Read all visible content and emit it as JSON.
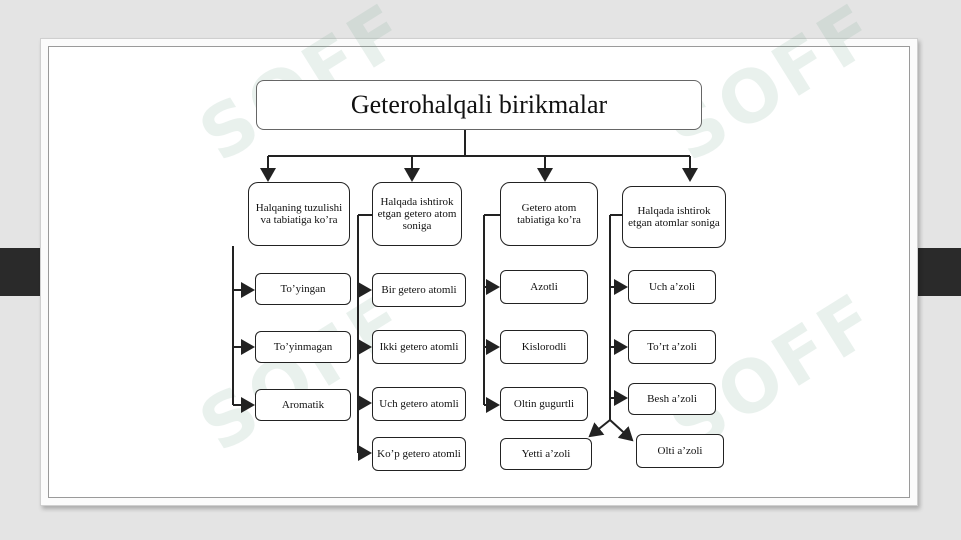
{
  "diagram": {
    "title": "Geterohalqali birikmalar",
    "categories": [
      {
        "label": "Halqaning tuzulishi va tabiatiga ko’ra",
        "items": [
          "To’yingan",
          "To’yinmagan",
          "Aromatik"
        ]
      },
      {
        "label": "Halqada ishtirok etgan getero atom soniga",
        "items": [
          "Bir getero atomli",
          "Ikki getero atomli",
          "Uch getero atomli",
          "Ko’p getero atomli"
        ]
      },
      {
        "label": "Getero atom tabiatiga ko’ra",
        "items": [
          "Azotli",
          "Kislorodli",
          "Oltin gugurtli"
        ]
      },
      {
        "label": "Halqada ishtirok etgan atomlar soniga",
        "items": [
          "Uch a’zoli",
          "To’rt a’zoli",
          "Besh a’zoli",
          "Olti a’zoli",
          "Yetti a’zoli"
        ]
      }
    ]
  },
  "watermark": {
    "text": "SOFF",
    "color": "#78aa8c"
  }
}
